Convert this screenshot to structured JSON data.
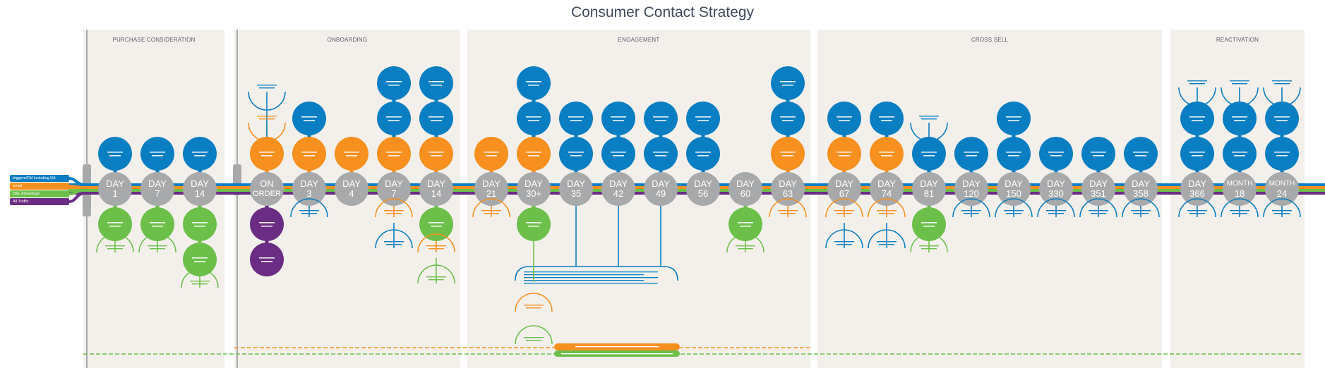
{
  "title": "Consumer Contact Strategy",
  "colors": {
    "blue": "#0a7ec2",
    "orange": "#f7901e",
    "green": "#6cc04a",
    "purple": "#6b2d84",
    "gray": "#a7a9ab",
    "panel": "#f3f0ec"
  },
  "legend": [
    {
      "label": "triggers/CM including DA",
      "color": "blue"
    },
    {
      "label": "email",
      "color": "orange"
    },
    {
      "label": "OEL Advantage",
      "color": "green"
    },
    {
      "label": "All Traffic",
      "color": "purple"
    }
  ],
  "phases": [
    {
      "name": "PURCHASE CONSIDERATION"
    },
    {
      "name": "ONBOARDING"
    },
    {
      "name": "ENGAGEMENT"
    },
    {
      "name": "CROSS SELL"
    },
    {
      "name": "REACTIVATION"
    }
  ],
  "milestones": [
    {
      "line1": "DAY",
      "line2": "1",
      "phase": 0,
      "above": [
        "blue"
      ],
      "below": [
        "green"
      ],
      "below_callout": "green"
    },
    {
      "line1": "DAY",
      "line2": "7",
      "phase": 0,
      "above": [
        "blue"
      ],
      "below": [
        "green"
      ],
      "below_callout": "green"
    },
    {
      "line1": "DAY",
      "line2": "14",
      "phase": 0,
      "above": [
        "blue"
      ],
      "below": [
        "green",
        "green"
      ],
      "below_callout": "green"
    },
    {
      "line1": "ON",
      "line2": "ORDER",
      "phase": 1,
      "above": [
        "orange"
      ],
      "above_callouts": [
        "orange",
        "blue"
      ],
      "below": [
        "purple",
        "purple"
      ]
    },
    {
      "line1": "DAY",
      "line2": "3",
      "phase": 1,
      "above": [
        "orange",
        "blue"
      ],
      "below": [],
      "below_callout": "blue"
    },
    {
      "line1": "DAY",
      "line2": "4",
      "phase": 1,
      "above": [
        "orange"
      ],
      "below": []
    },
    {
      "line1": "DAY",
      "line2": "7",
      "phase": 1,
      "above": [
        "orange",
        "blue",
        "blue"
      ],
      "below": [],
      "below_callout": "orange",
      "below_callout2": "blue"
    },
    {
      "line1": "DAY",
      "line2": "14",
      "phase": 1,
      "above": [
        "orange",
        "blue",
        "blue"
      ],
      "below": [
        "green"
      ],
      "below_callout": "orange",
      "below_callout2": "green"
    },
    {
      "line1": "DAY",
      "line2": "21",
      "phase": 2,
      "above": [
        "orange"
      ],
      "below": [],
      "below_callout": "orange"
    },
    {
      "line1": "DAY",
      "line2": "30+",
      "phase": 2,
      "above": [
        "orange",
        "blue",
        "blue"
      ],
      "below": [
        "green"
      ]
    },
    {
      "line1": "DAY",
      "line2": "35",
      "phase": 2,
      "above": [
        "blue",
        "blue"
      ],
      "below": []
    },
    {
      "line1": "DAY",
      "line2": "42",
      "phase": 2,
      "above": [
        "blue",
        "blue"
      ],
      "below": []
    },
    {
      "line1": "DAY",
      "line2": "49",
      "phase": 2,
      "above": [
        "blue",
        "blue"
      ],
      "below": []
    },
    {
      "line1": "DAY",
      "line2": "56",
      "phase": 2,
      "above": [
        "blue",
        "blue"
      ],
      "below": []
    },
    {
      "line1": "DAY",
      "line2": "60",
      "phase": 2,
      "above": [],
      "below": [
        "green"
      ],
      "below_callout": "green"
    },
    {
      "line1": "DAY",
      "line2": "63",
      "phase": 2,
      "above": [
        "orange",
        "blue",
        "blue"
      ],
      "below": [],
      "below_callout": "orange"
    },
    {
      "line1": "DAY",
      "line2": "67",
      "phase": 3,
      "above": [
        "orange",
        "blue"
      ],
      "below": [],
      "below_callout": "orange",
      "below_callout2": "blue"
    },
    {
      "line1": "DAY",
      "line2": "74",
      "phase": 3,
      "above": [
        "orange",
        "blue"
      ],
      "below": [],
      "below_callout": "orange",
      "below_callout2": "blue"
    },
    {
      "line1": "DAY",
      "line2": "81",
      "phase": 3,
      "above": [
        "blue"
      ],
      "above_callouts": [
        "blue"
      ],
      "below": [
        "green"
      ],
      "below_callout": "green"
    },
    {
      "line1": "DAY",
      "line2": "120",
      "phase": 3,
      "above": [
        "blue"
      ],
      "below": [],
      "below_callout": "blue"
    },
    {
      "line1": "DAY",
      "line2": "150",
      "phase": 3,
      "above": [
        "blue",
        "blue"
      ],
      "below": [],
      "below_callout": "blue"
    },
    {
      "line1": "DAY",
      "line2": "330",
      "phase": 3,
      "above": [
        "blue"
      ],
      "below": [],
      "below_callout": "blue"
    },
    {
      "line1": "DAY",
      "line2": "351",
      "phase": 3,
      "above": [
        "blue"
      ],
      "below": [],
      "below_callout": "blue"
    },
    {
      "line1": "DAY",
      "line2": "358",
      "phase": 3,
      "above": [
        "blue"
      ],
      "below": [],
      "below_callout": "blue"
    },
    {
      "line1": "DAY",
      "line2": "366",
      "phase": 4,
      "above": [
        "blue",
        "blue"
      ],
      "above_callouts": [
        "blue"
      ],
      "below": [],
      "below_callout": "blue"
    },
    {
      "line1": "MONTH",
      "line2": "18",
      "phase": 4,
      "above": [
        "blue",
        "blue"
      ],
      "above_callouts": [
        "blue"
      ],
      "below": [],
      "below_callout": "blue"
    },
    {
      "line1": "MONTH",
      "line2": "24",
      "phase": 4,
      "above": [
        "blue",
        "blue"
      ],
      "above_callouts": [
        "blue"
      ],
      "below": [],
      "below_callout": "blue"
    }
  ],
  "bottom_bars": [
    {
      "color": "orange"
    },
    {
      "color": "green"
    }
  ]
}
